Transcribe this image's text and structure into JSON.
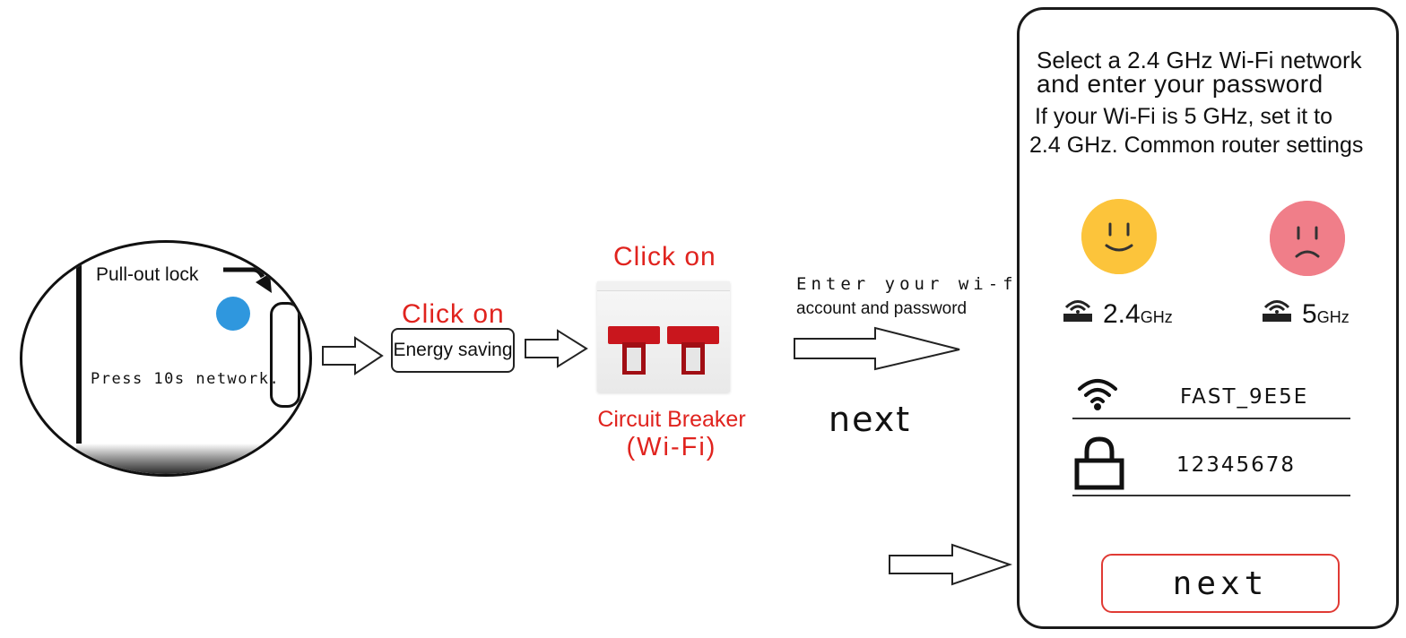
{
  "step1": {
    "lock_label": "Pull-out lock",
    "press_label": "Press 10s network."
  },
  "step2": {
    "click_label": "Click on",
    "button_label": "Energy saving"
  },
  "step3": {
    "click_label": "Click on",
    "device_name": "Circuit Breaker",
    "device_sub": "(Wi-Fi)"
  },
  "step4": {
    "instruction_line1": "Enter your wi-fi",
    "instruction_line2": "account and password",
    "next_label": "next"
  },
  "phone": {
    "title_line1": "Select a 2.4 GHz Wi-Fi network",
    "title_line2": "and enter your password",
    "note_line1": "If your Wi-Fi is 5 GHz, set it to",
    "note_line2": "2.4 GHz. Common router settings",
    "band_ok": {
      "value": "2.4",
      "unit": "GHz"
    },
    "band_bad": {
      "value": "5",
      "unit": "GHz"
    },
    "ssid": "FAST_9E5E",
    "password": "12345678",
    "next_button": "next"
  },
  "colors": {
    "accent_red": "#e0231e",
    "breaker_red": "#c9161d",
    "happy_face": "#fcc43b",
    "sad_face": "#f07e89",
    "indicator_blue": "#2f97de"
  }
}
